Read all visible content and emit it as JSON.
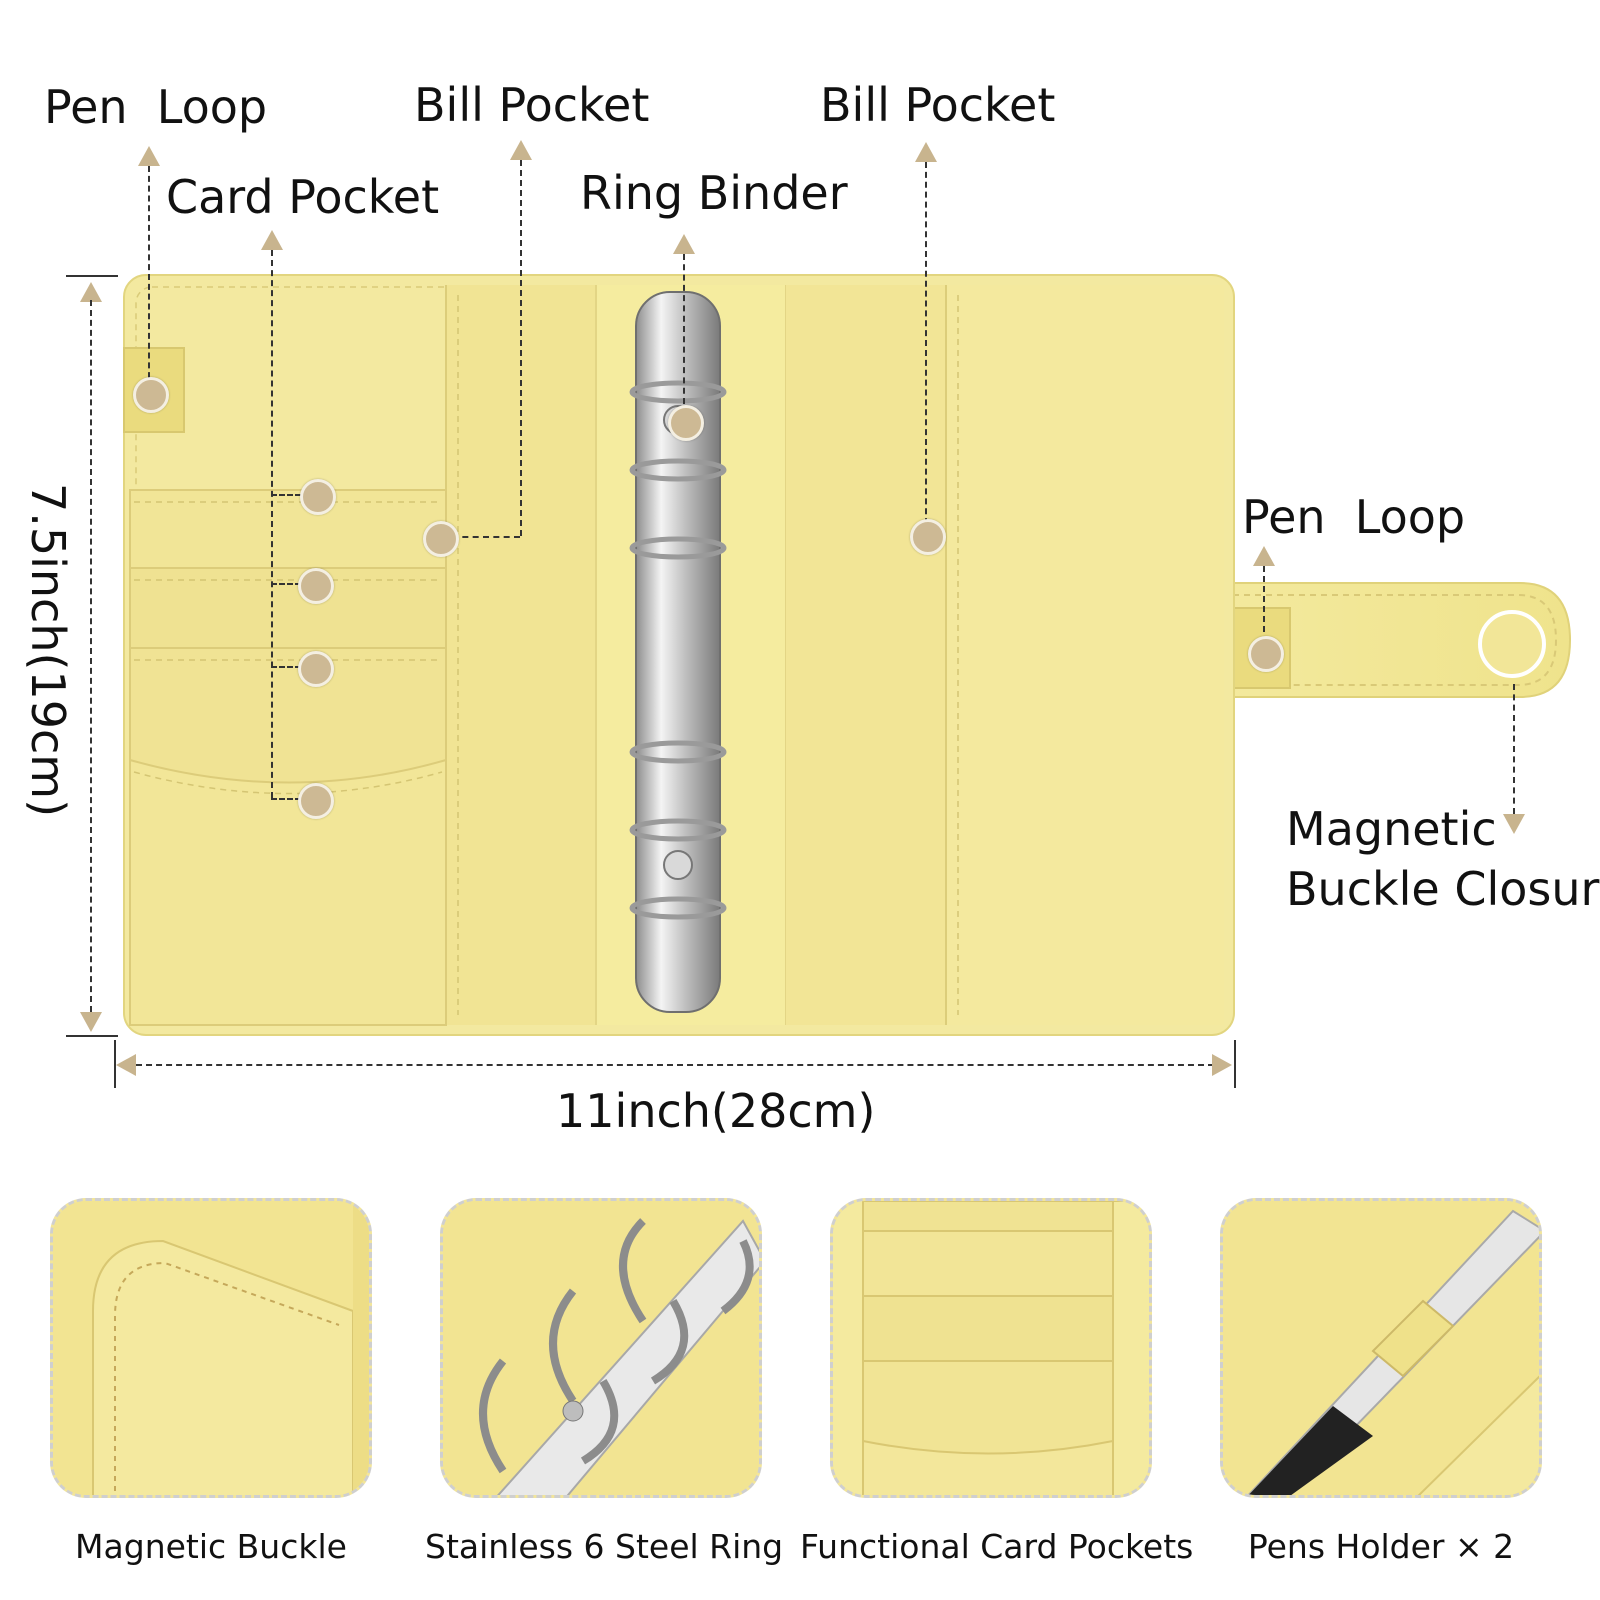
{
  "callouts": {
    "pen_loop_left": "Pen  Loop",
    "card_pocket": "Card Pocket",
    "bill_pocket_left": "Bill Pocket",
    "ring_binder": "Ring Binder",
    "bill_pocket_right": "Bill Pocket",
    "pen_loop_right": "Pen  Loop",
    "magnetic_line1": "Magnetic",
    "magnetic_line2": "Buckle Closure"
  },
  "dimensions": {
    "height": "7.5inch(19cm)",
    "width": "11inch(28cm)"
  },
  "features": [
    {
      "caption": "Magnetic Buckle"
    },
    {
      "caption": "Stainless 6 Steel Ring"
    },
    {
      "caption": "Functional Card Pockets"
    },
    {
      "caption": "Pens Holder × 2"
    }
  ],
  "colors": {
    "binder_yellow": "#f3e9a0",
    "pocket_yellow": "#efe291",
    "marker_tan": "#cdb994",
    "steel": "#c9c9c9"
  }
}
